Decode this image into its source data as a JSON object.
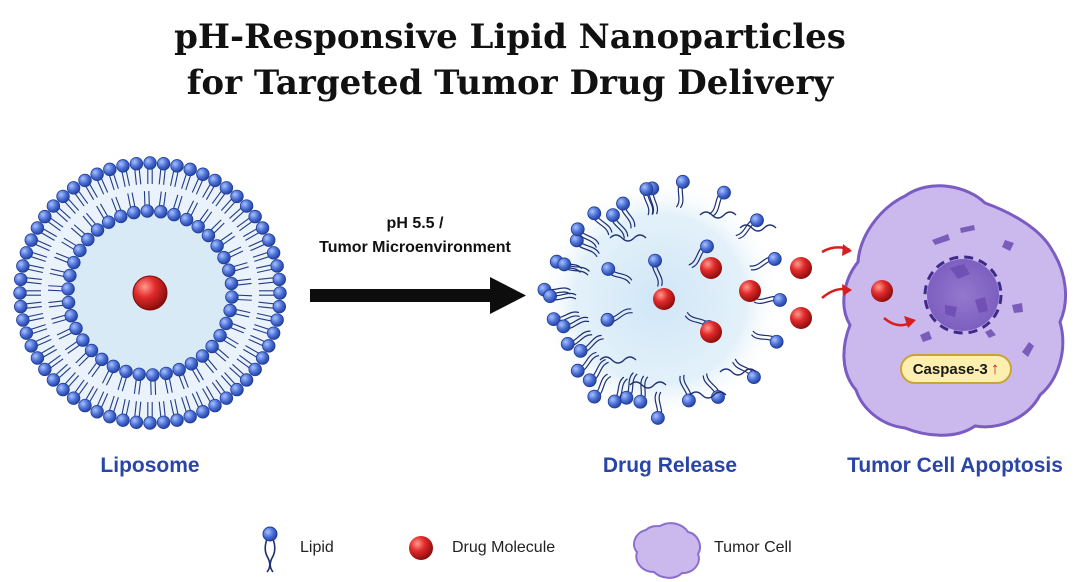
{
  "title": {
    "line1": "pH-Responsive Lipid Nanoparticles",
    "line2": "for Targeted Tumor Drug Delivery"
  },
  "arrow": {
    "label_line1": "pH 5.5 /",
    "label_line2": "Tumor Microenvironment"
  },
  "captions": {
    "liposome": "Liposome",
    "release": "Drug Release",
    "apoptosis": "Tumor Cell Apoptosis"
  },
  "badge": {
    "text": "Caspase-3",
    "indicator": "↑"
  },
  "legend": {
    "lipid": "Lipid",
    "drug": "Drug Molecule",
    "tumor": "Tumor Cell"
  },
  "colors": {
    "lipid_head": "#3f63c9",
    "drug": "#d41f1f",
    "tumor_cell": "#c9b8ec",
    "caption": "#2a45a8"
  }
}
